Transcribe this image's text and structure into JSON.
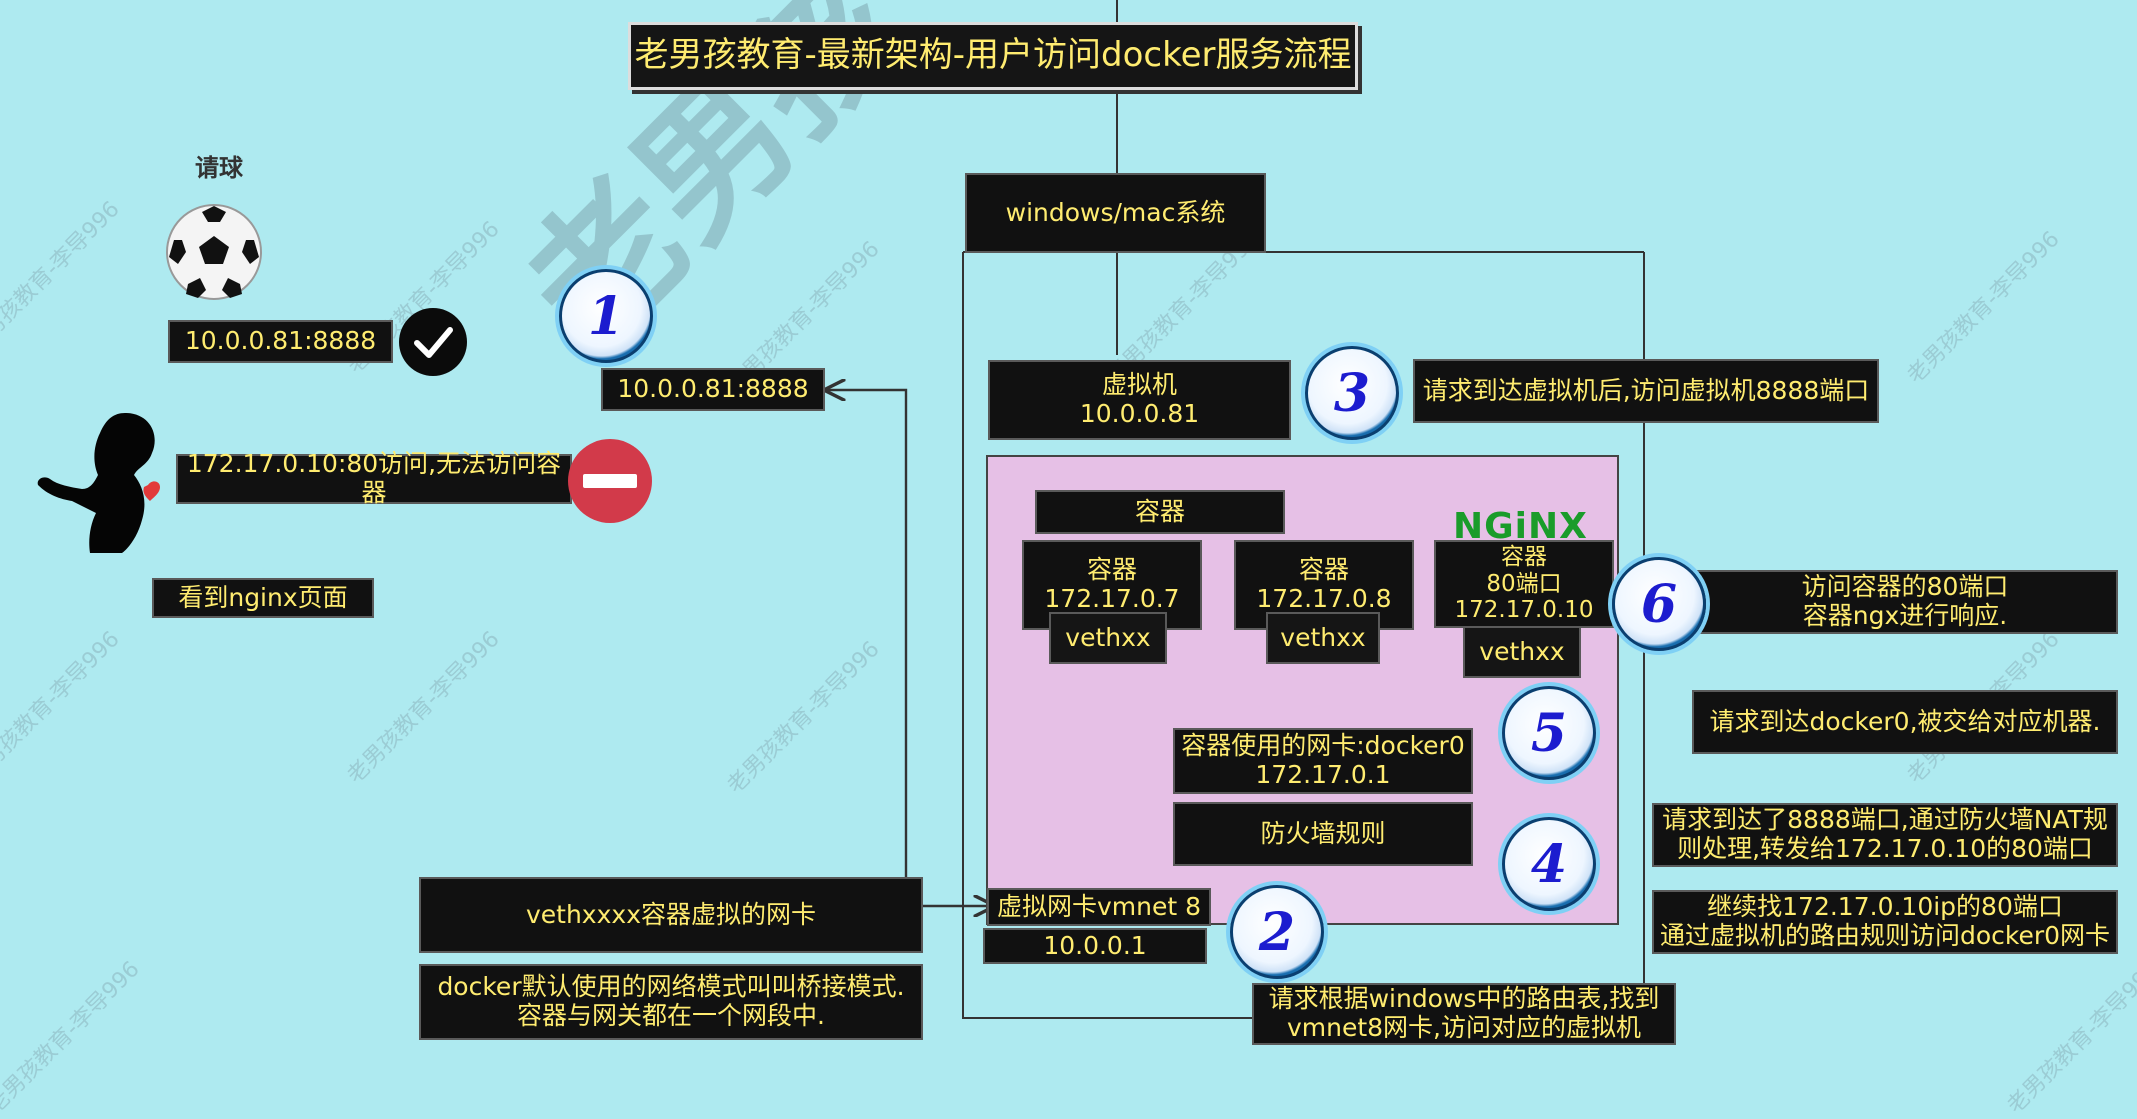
{
  "title": "老男孩教育-最新架构-用户访问docker服务流程",
  "watermark_big": "老男孩",
  "watermark_small": "老男孩教育-李导996",
  "left": {
    "ball_caption": "请球",
    "ball_addr": "10.0.0.81:8888",
    "denied_text": "172.17.0.10:80访问,无法访问容器",
    "nginx_page": "看到nginx页面",
    "addr_step1": "10.0.0.81:8888"
  },
  "host": {
    "os_label": "windows/mac系统",
    "vm_label": "虚拟机\n10.0.0.81",
    "vmnet_label": "虚拟网卡vmnet 8",
    "vmnet_ip": "10.0.0.1"
  },
  "containers": {
    "group_label": "容器",
    "nginx_logo": "NGiNX",
    "items": [
      {
        "label": "容器\n172.17.0.7",
        "veth": "vethxx"
      },
      {
        "label": "容器\n172.17.0.8",
        "veth": "vethxx"
      },
      {
        "label": "容器\n80端口\n172.17.0.10",
        "veth": "vethxx"
      }
    ],
    "docker0": "容器使用的网卡:docker0\n172.17.0.1",
    "firewall": "防火墙规则"
  },
  "notes": {
    "veth": "vethxxxx容器虚拟的网卡",
    "bridge": "docker默认使用的网络模式叫叫桥接模式.\n容器与网关都在一个网段中.",
    "step2": "请求根据windows中的路由表,找到\nvmnet8网卡,访问对应的虚拟机",
    "step3": "请求到达虚拟机后,访问虚拟机8888端口",
    "step6": "访问容器的80端口\n容器ngx进行响应.",
    "step5": "请求到达docker0,被交给对应机器.",
    "step4": "请求到达了8888端口,通过防火墙NAT规\n则处理,转发给172.17.0.10的80端口",
    "route": "继续找172.17.0.10ip的80端口\n通过虚拟机的路由规则访问docker0网卡"
  },
  "badges": [
    "1",
    "2",
    "3",
    "4",
    "5",
    "6"
  ],
  "colors": {
    "background": "#aeeaf0",
    "box_fill": "#111111",
    "box_text": "#ffec70",
    "container_area": "#e6c0e6",
    "nginx_green": "#1a9c2a",
    "deny_red": "#d23a4a"
  }
}
